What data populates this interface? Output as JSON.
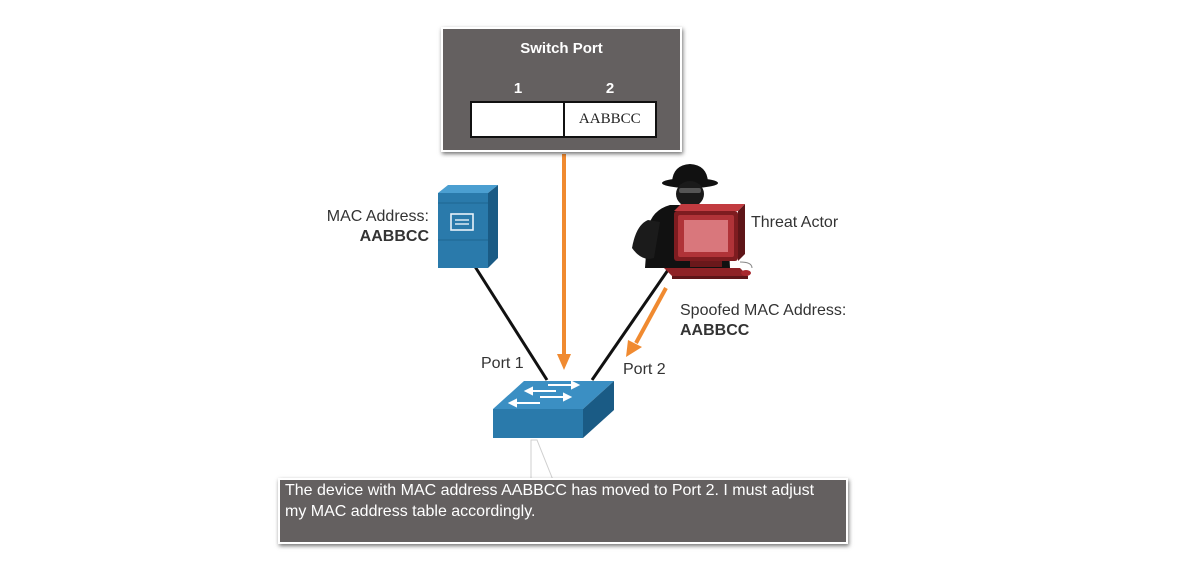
{
  "switch_port_table": {
    "title": "Switch Port",
    "columns": [
      "1",
      "2"
    ],
    "cells": [
      "",
      "AABBCC"
    ]
  },
  "server": {
    "label": "MAC Address:",
    "mac": "AABBCC"
  },
  "threat_actor": {
    "label": "Threat Actor",
    "spoof_label": "Spoofed MAC Address:",
    "spoof_mac": "AABBCC"
  },
  "switch": {
    "port1_label": "Port 1",
    "port2_label": "Port 2"
  },
  "message": "The device with MAC address AABBCC has moved to Port 2. I must adjust my MAC address table accordingly.",
  "colors": {
    "panel": "#646060",
    "arrow": "#f08a30",
    "device_blue": "#2a7aab",
    "threat_red": "#a8282d"
  }
}
